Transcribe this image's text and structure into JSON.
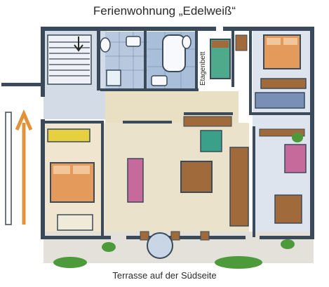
{
  "title": "Ferienwohnung „Edelweiß“",
  "room_label": "Etagenbett",
  "caption": "Terrasse auf der Südseite",
  "colors": {
    "wall": "#3a4a5a",
    "floor_blue": "#cfd8e6",
    "floor_warm": "#e8d8b4",
    "wood": "#a06a3a",
    "bed_orange": "#e39a5a",
    "plant_green": "#4d9a3a",
    "accent_pink": "#d06aa0",
    "accent_teal": "#3aa08a",
    "accent_yellow": "#e6d040"
  }
}
